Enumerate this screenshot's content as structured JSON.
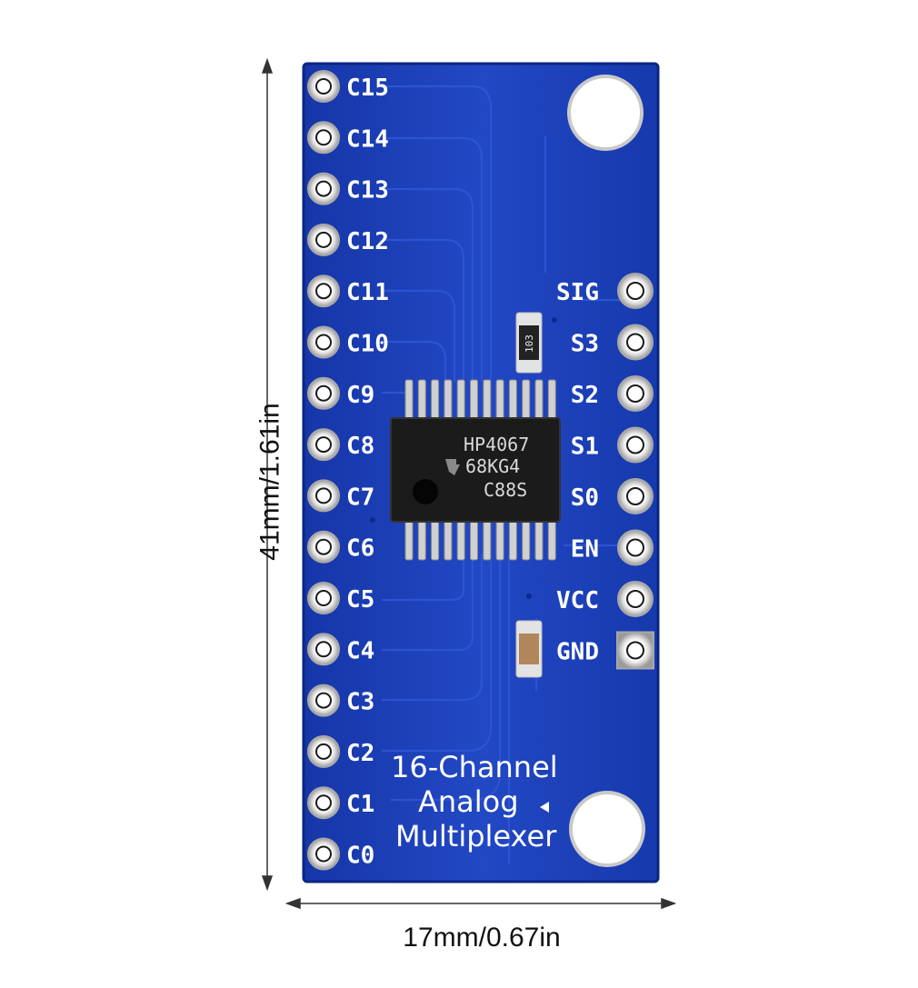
{
  "dimensions": {
    "height_label": "41mm/1.61in",
    "width_label": "17mm/0.67in"
  },
  "left_header_pins": [
    "C15",
    "C14",
    "C13",
    "C12",
    "C11",
    "C10",
    "C9",
    "C8",
    "C7",
    "C6",
    "C5",
    "C4",
    "C3",
    "C2",
    "C1",
    "C0"
  ],
  "right_header_pins": [
    "SIG",
    "S3",
    "S2",
    "S1",
    "S0",
    "EN",
    "VCC",
    "GND"
  ],
  "chip": {
    "line1": "HP4067",
    "line2": "68KG4",
    "line3": "C88S"
  },
  "resistor_marking": "103",
  "board_title": {
    "line1": "16-Channel",
    "line2": "Analog",
    "line3": "Multiplexer"
  },
  "colors": {
    "pcb": "#1f43b8",
    "pcb_edge": "#0d2a8f",
    "pad": "#ececec",
    "chip_body": "#1b1b1b",
    "silkscreen": "#ffffff"
  }
}
